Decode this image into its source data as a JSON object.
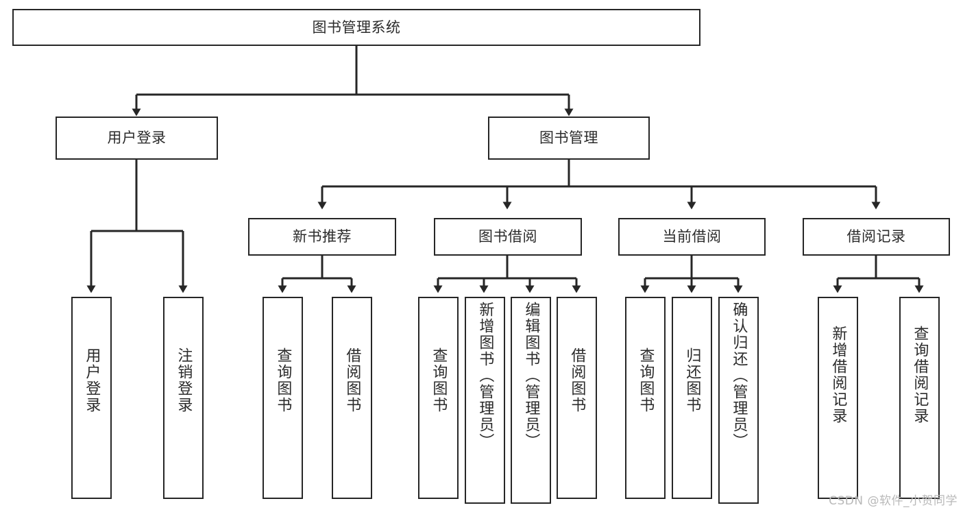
{
  "diagram": {
    "title": "图书管理系统",
    "type": "tree-functional-structure",
    "root": {
      "label": "图书管理系统"
    },
    "level2": [
      {
        "label": "用户登录"
      },
      {
        "label": "图书管理"
      }
    ],
    "level3": [
      {
        "label": "新书推荐"
      },
      {
        "label": "图书借阅"
      },
      {
        "label": "当前借阅"
      },
      {
        "label": "借阅记录"
      }
    ],
    "leaves": {
      "user_login": [
        {
          "label": "用户登录"
        },
        {
          "label": "注销登录"
        }
      ],
      "new_book": [
        {
          "label": "查询图书"
        },
        {
          "label": "借阅图书"
        }
      ],
      "borrow": [
        {
          "label": "查询图书"
        },
        {
          "label": "新增图书（管理员）"
        },
        {
          "label": "编辑图书（管理员）"
        },
        {
          "label": "借阅图书"
        }
      ],
      "current": [
        {
          "label": "查询图书"
        },
        {
          "label": "归还图书"
        },
        {
          "label": "确认归还（管理员）"
        }
      ],
      "records": [
        {
          "label": "新增借阅记录"
        },
        {
          "label": "查询借阅记录"
        }
      ]
    }
  },
  "watermark": {
    "text": "CSDN @软件_小贺同学"
  },
  "colors": {
    "border": "#262626",
    "text": "#2b2b2b",
    "background": "#ffffff",
    "watermark": "#b9b9b9"
  }
}
